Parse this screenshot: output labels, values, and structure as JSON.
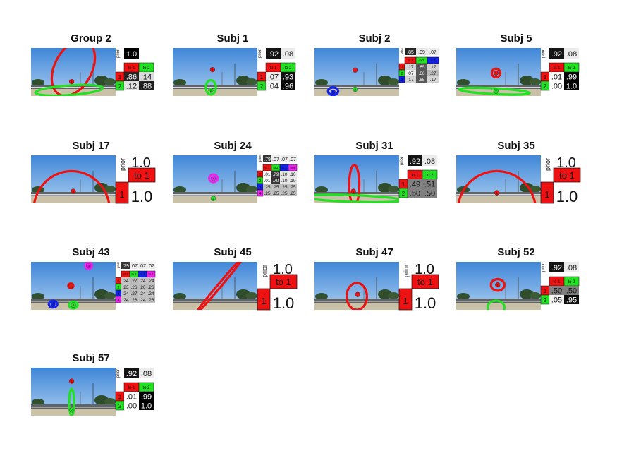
{
  "figure": {
    "prior_label": "prior",
    "state_label_prefix": "to ",
    "colors": {
      "1": "#ee1111",
      "2": "#22e022",
      "3": "#1122ee",
      "4": "#ee22ee"
    }
  },
  "chart_data": [
    {
      "type": "heatmap",
      "title": "Group 2",
      "prior": [
        "1.0",
        ""
      ],
      "states": [
        1,
        2
      ],
      "transition": [
        [
          ".86",
          ".14"
        ],
        [
          ".12",
          ".88"
        ]
      ],
      "shade": [
        [
          0.86,
          0.14
        ],
        [
          0.12,
          0.88
        ]
      ],
      "markers": [
        {
          "s": 1,
          "label": "1",
          "cx": 0.48,
          "cy": 0.7
        }
      ],
      "ellipses": [
        {
          "s": 1,
          "cx": 0.5,
          "cy": 0.42,
          "rx": 0.22,
          "ry": 0.62,
          "rot": 28
        },
        {
          "s": 2,
          "cx": 0.45,
          "cy": 0.88,
          "rx": 0.4,
          "ry": 0.1,
          "rot": -4
        }
      ]
    },
    {
      "type": "heatmap",
      "title": "Subj 1",
      "prior": [
        ".92",
        ".08"
      ],
      "states": [
        1,
        2
      ],
      "transition": [
        [
          ".07",
          ".93"
        ],
        [
          ".04",
          ".96"
        ]
      ],
      "shade": [
        [
          0.07,
          0.93
        ],
        [
          0.04,
          0.96
        ]
      ],
      "markers": [
        {
          "s": 1,
          "label": "1",
          "cx": 0.47,
          "cy": 0.45
        },
        {
          "s": 2,
          "label": "2",
          "cx": 0.45,
          "cy": 0.88
        }
      ],
      "ellipses": [
        {
          "s": 2,
          "cx": 0.45,
          "cy": 0.82,
          "rx": 0.06,
          "ry": 0.15,
          "rot": 0
        }
      ]
    },
    {
      "type": "heatmap",
      "title": "Subj 2",
      "prior": [
        ".85",
        ".09",
        ".07"
      ],
      "states": [
        1,
        2,
        3
      ],
      "transition": [
        [
          ".17",
          ".65",
          ".17"
        ],
        [
          ".07",
          ".66",
          ".27"
        ],
        [
          ".17",
          ".65",
          ".17"
        ]
      ],
      "shade": [
        [
          0.17,
          0.65,
          0.17
        ],
        [
          0.07,
          0.66,
          0.27
        ],
        [
          0.17,
          0.65,
          0.17
        ]
      ],
      "markers": [
        {
          "s": 1,
          "label": "1",
          "cx": 0.48,
          "cy": 0.46
        },
        {
          "s": 2,
          "label": "2",
          "cx": 0.48,
          "cy": 0.86
        },
        {
          "s": 3,
          "label": "3",
          "cx": 0.22,
          "cy": 0.92
        }
      ],
      "ellipses": [
        {
          "s": 3,
          "cx": 0.22,
          "cy": 0.9,
          "rx": 0.06,
          "ry": 0.08,
          "rot": 0
        }
      ]
    },
    {
      "type": "heatmap",
      "title": "Subj 5",
      "prior": [
        ".92",
        ".08"
      ],
      "states": [
        1,
        2
      ],
      "transition": [
        [
          ".01",
          ".99"
        ],
        [
          ".00",
          "1.0"
        ]
      ],
      "shade": [
        [
          0.01,
          0.99
        ],
        [
          0.0,
          1.0
        ]
      ],
      "markers": [
        {
          "s": 1,
          "label": "1",
          "cx": 0.47,
          "cy": 0.52
        },
        {
          "s": 2,
          "label": "2",
          "cx": 0.47,
          "cy": 0.9
        }
      ],
      "ellipses": [
        {
          "s": 1,
          "cx": 0.47,
          "cy": 0.52,
          "rx": 0.05,
          "ry": 0.09,
          "rot": 0
        },
        {
          "s": 2,
          "cx": 0.45,
          "cy": 0.9,
          "rx": 0.42,
          "ry": 0.06,
          "rot": 3
        }
      ]
    },
    {
      "type": "heatmap",
      "title": "Subj 17",
      "prior": [
        "1.0"
      ],
      "states": [
        1
      ],
      "transition": [
        [
          "1.0"
        ]
      ],
      "shade": [
        [
          1.0
        ]
      ],
      "markers": [
        {
          "s": 1,
          "label": "1",
          "cx": 0.5,
          "cy": 0.75
        }
      ],
      "ellipses": [
        {
          "s": 1,
          "cx": 0.48,
          "cy": 1.15,
          "rx": 0.45,
          "ry": 0.82,
          "rot": 0
        }
      ]
    },
    {
      "type": "heatmap",
      "title": "Subj 24",
      "prior": [
        ".79",
        ".07",
        ".07",
        ".07"
      ],
      "states": [
        1,
        2,
        3,
        4
      ],
      "transition": [
        [
          ".01",
          ".79",
          ".10",
          ".10"
        ],
        [
          ".01",
          ".79",
          ".10",
          ".10"
        ],
        [
          ".25",
          ".25",
          ".25",
          ".25"
        ],
        [
          ".25",
          ".25",
          ".25",
          ".25"
        ]
      ],
      "shade": [
        [
          0.01,
          0.79,
          0.1,
          0.1
        ],
        [
          0.01,
          0.79,
          0.1,
          0.1
        ],
        [
          0.25,
          0.25,
          0.25,
          0.25
        ],
        [
          0.25,
          0.25,
          0.25,
          0.25
        ]
      ],
      "markers": [
        {
          "s": 4,
          "label": "4",
          "cx": 0.48,
          "cy": 0.48
        },
        {
          "s": 2,
          "label": "2",
          "cx": 0.48,
          "cy": 0.9
        }
      ],
      "ellipses": [
        {
          "s": 4,
          "cx": 0.48,
          "cy": 0.48,
          "rx": 0.05,
          "ry": 0.08,
          "rot": 0
        }
      ]
    },
    {
      "type": "heatmap",
      "title": "Subj 31",
      "prior": [
        ".92",
        ".08"
      ],
      "states": [
        1,
        2
      ],
      "transition": [
        [
          ".49",
          ".51"
        ],
        [
          ".50",
          ".50"
        ]
      ],
      "shade": [
        [
          0.49,
          0.51
        ],
        [
          0.5,
          0.5
        ]
      ],
      "markers": [
        {
          "s": 1,
          "label": "1",
          "cx": 0.46,
          "cy": 0.75
        }
      ],
      "ellipses": [
        {
          "s": 1,
          "cx": 0.47,
          "cy": 0.62,
          "rx": 0.06,
          "ry": 0.42,
          "rot": 0
        },
        {
          "s": 2,
          "cx": 0.45,
          "cy": 0.9,
          "rx": 0.58,
          "ry": 0.07,
          "rot": 2
        }
      ]
    },
    {
      "type": "heatmap",
      "title": "Subj 35",
      "prior": [
        "1.0"
      ],
      "states": [
        1
      ],
      "transition": [
        [
          "1.0"
        ]
      ],
      "shade": [
        [
          1.0
        ]
      ],
      "markers": [
        {
          "s": 1,
          "label": "1",
          "cx": 0.48,
          "cy": 0.78
        }
      ],
      "ellipses": [
        {
          "s": 1,
          "cx": 0.48,
          "cy": 1.15,
          "rx": 0.46,
          "ry": 0.82,
          "rot": 0
        }
      ]
    },
    {
      "type": "heatmap",
      "title": "Subj 43",
      "prior": [
        ".79",
        ".07",
        ".07",
        ".07"
      ],
      "states": [
        1,
        2,
        3,
        4
      ],
      "transition": [
        [
          ".24",
          ".27",
          ".24",
          ".24"
        ],
        [
          ".23",
          ".26",
          ".26",
          ".26"
        ],
        [
          ".24",
          ".27",
          ".24",
          ".24"
        ],
        [
          ".24",
          ".26",
          ".24",
          ".26"
        ]
      ],
      "shade": [
        [
          0.24,
          0.27,
          0.24,
          0.24
        ],
        [
          0.23,
          0.26,
          0.26,
          0.26
        ],
        [
          0.24,
          0.27,
          0.24,
          0.24
        ],
        [
          0.24,
          0.26,
          0.24,
          0.26
        ]
      ],
      "markers": [
        {
          "s": 1,
          "label": "1",
          "cx": 0.47,
          "cy": 0.5
        },
        {
          "s": 4,
          "label": "4",
          "cx": 0.68,
          "cy": 0.08
        },
        {
          "s": 3,
          "label": "3",
          "cx": 0.26,
          "cy": 0.88
        },
        {
          "s": 2,
          "label": "2",
          "cx": 0.5,
          "cy": 0.9
        }
      ],
      "ellipses": [
        {
          "s": 4,
          "cx": 0.68,
          "cy": 0.08,
          "rx": 0.04,
          "ry": 0.07,
          "rot": 0
        },
        {
          "s": 3,
          "cx": 0.26,
          "cy": 0.88,
          "rx": 0.05,
          "ry": 0.07,
          "rot": 0
        },
        {
          "s": 2,
          "cx": 0.5,
          "cy": 0.9,
          "rx": 0.05,
          "ry": 0.07,
          "rot": 0
        },
        {
          "s": 1,
          "cx": 0.47,
          "cy": 0.5,
          "rx": 0.03,
          "ry": 0.05,
          "rot": 0
        }
      ]
    },
    {
      "type": "heatmap",
      "title": "Subj 45",
      "prior": [
        "1.0"
      ],
      "states": [
        1
      ],
      "transition": [
        [
          "1.0"
        ]
      ],
      "shade": [
        [
          1.0
        ]
      ],
      "markers": [],
      "ellipses": [
        {
          "s": 1,
          "cx": 0.55,
          "cy": 0.5,
          "rx": 0.02,
          "ry": 0.85,
          "rot": 40
        }
      ]
    },
    {
      "type": "heatmap",
      "title": "Subj 47",
      "prior": [
        "1.0"
      ],
      "states": [
        1
      ],
      "transition": [
        [
          "1.0"
        ]
      ],
      "shade": [
        [
          1.0
        ]
      ],
      "markers": [
        {
          "s": 1,
          "label": "1",
          "cx": 0.51,
          "cy": 0.68
        }
      ],
      "ellipses": [
        {
          "s": 1,
          "cx": 0.5,
          "cy": 0.72,
          "rx": 0.12,
          "ry": 0.28,
          "rot": 0
        }
      ]
    },
    {
      "type": "heatmap",
      "title": "Subj 52",
      "prior": [
        ".92",
        ".08"
      ],
      "states": [
        1,
        2
      ],
      "transition": [
        [
          ".50",
          ".50"
        ],
        [
          ".05",
          ".95"
        ]
      ],
      "shade": [
        [
          0.5,
          0.5
        ],
        [
          0.05,
          0.95
        ]
      ],
      "markers": [
        {
          "s": 1,
          "label": "1",
          "cx": 0.49,
          "cy": 0.48
        }
      ],
      "ellipses": [
        {
          "s": 1,
          "cx": 0.49,
          "cy": 0.48,
          "rx": 0.08,
          "ry": 0.12,
          "rot": 0
        },
        {
          "s": 2,
          "cx": 0.47,
          "cy": 0.95,
          "rx": 0.1,
          "ry": 0.14,
          "rot": 0
        }
      ]
    },
    {
      "type": "heatmap",
      "title": "Subj 57",
      "prior": [
        ".92",
        ".08"
      ],
      "states": [
        1,
        2
      ],
      "transition": [
        [
          ".01",
          ".99"
        ],
        [
          ".00",
          "1.0"
        ]
      ],
      "shade": [
        [
          0.01,
          0.99
        ],
        [
          0.0,
          1.0
        ]
      ],
      "markers": [
        {
          "s": 1,
          "label": "1",
          "cx": 0.48,
          "cy": 0.28
        },
        {
          "s": 2,
          "label": "2",
          "cx": 0.48,
          "cy": 0.88
        }
      ],
      "ellipses": [
        {
          "s": 2,
          "cx": 0.48,
          "cy": 0.72,
          "rx": 0.03,
          "ry": 0.28,
          "rot": 0
        }
      ]
    }
  ]
}
